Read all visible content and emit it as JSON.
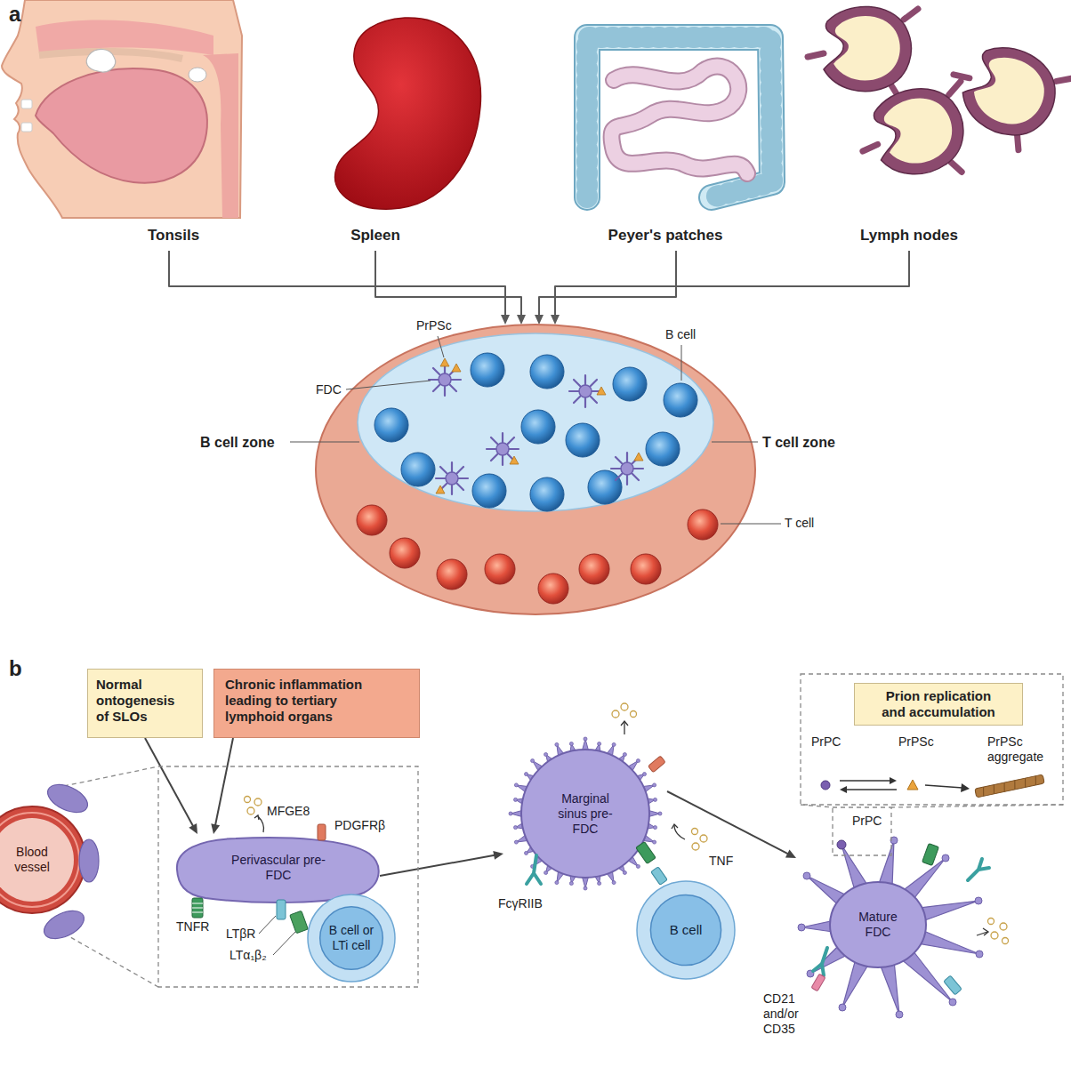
{
  "diagram": {
    "nodes": [
      {
        "text": [
          "Tonsils"
        ]
      },
      {
        "text": [
          "Spleen"
        ]
      },
      {
        "text": [
          "Peyer's patches"
        ]
      },
      {
        "text": [
          "Lymph nodes"
        ]
      },
      {
        "text": [
          "B cell zone",
          "T cell zone"
        ]
      },
      {
        "text": [
          "Normal ontogenesis of SLOs"
        ]
      },
      {
        "text": [
          "Chronic inflammation leading to tertiary lymphoid organs"
        ]
      },
      {
        "text": [
          "Blood vessel"
        ]
      },
      {
        "text": [
          "Perivascular pre-FDC"
        ]
      },
      {
        "text": [
          "B cell or LTi cell"
        ]
      },
      {
        "text": [
          "Marginal sinus pre-FDC"
        ]
      },
      {
        "text": [
          "B cell"
        ]
      },
      {
        "text": [
          "Prion replication and accumulation"
        ]
      },
      {
        "text": [
          "Mature FDC"
        ]
      }
    ],
    "edges": [
      {
        "from": 0,
        "to": 4,
        "arrow": "to"
      },
      {
        "from": 1,
        "to": 4,
        "arrow": "to"
      },
      {
        "from": 2,
        "to": 4,
        "arrow": "to"
      },
      {
        "from": 3,
        "to": 4,
        "arrow": "to"
      },
      {
        "from": 5,
        "to": 8,
        "arrow": "to"
      },
      {
        "from": 6,
        "to": 8,
        "arrow": "to"
      },
      {
        "from": 8,
        "to": 10,
        "arrow": "to"
      },
      {
        "from": 10,
        "to": 13,
        "arrow": "to"
      }
    ],
    "labels": [
      "a",
      "PrPSc",
      "FDC",
      "B cell",
      "T cell",
      "b",
      "MFGE8",
      "PDGFRβ",
      "TNFR",
      "LTβR",
      "LTα₁β₂",
      "FcγRIIB",
      "TNF",
      "PrPC",
      "PrPSc",
      "PrPSc aggregate",
      "PrPC",
      "CD21 and/or CD35"
    ]
  }
}
